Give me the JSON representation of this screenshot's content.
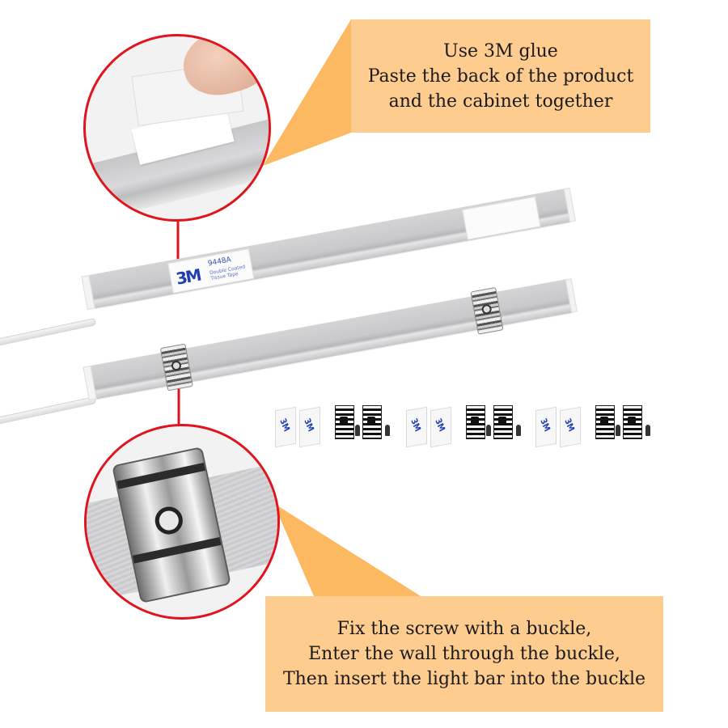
{
  "callouts": {
    "top": {
      "lines": [
        "Use 3M glue",
        "Paste the back of the product",
        "and the cabinet together"
      ]
    },
    "bottom": {
      "lines": [
        "Fix the screw with a buckle,",
        "Enter the wall through the buckle,",
        "Then insert the light bar into the buckle"
      ]
    }
  },
  "product": {
    "tape_label": {
      "brand": "3M",
      "code": "9448A",
      "sub": "Double Coated Tissue Tape"
    },
    "accessory_groups": [
      {
        "tapes": [
          "3M",
          "3M"
        ],
        "clips": 2,
        "screws": 2
      },
      {
        "tapes": [
          "3M",
          "3M"
        ],
        "clips": 2,
        "screws": 2
      },
      {
        "tapes": [
          "3M",
          "3M"
        ],
        "clips": 2,
        "screws": 2
      }
    ]
  },
  "colors": {
    "callout_fill": "#fecc8e",
    "pointer_fill": "#fdb862",
    "circle_stroke": "#e0141e",
    "text": "#1a1a1a"
  }
}
